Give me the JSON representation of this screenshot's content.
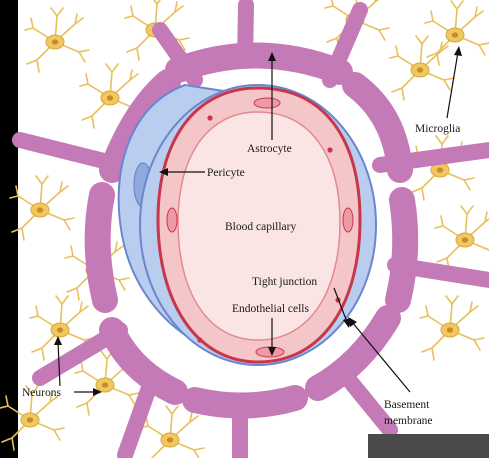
{
  "labels": {
    "astrocyte": "Astrocyte",
    "pericyte": "Pericyte",
    "microglia": "Microglia",
    "blood_capillary": "Blood capillary",
    "tight_junction": "Tight junction",
    "endothelial_cells": "Endothelial cells",
    "neurons": "Neurons",
    "basement_membrane_line1": "Basement",
    "basement_membrane_line2": "membrane"
  },
  "colors": {
    "astrocyte_endfeet": "#c57ab8",
    "pericyte": "#b9cdee",
    "basement_membrane": "#6b86cf",
    "endothelium": "#f4c6c7",
    "lumen": "#fbe4e4",
    "capillary_border": "#c7364a",
    "neuron_glia": "#f1c75f",
    "background_top_left": "#000000"
  }
}
